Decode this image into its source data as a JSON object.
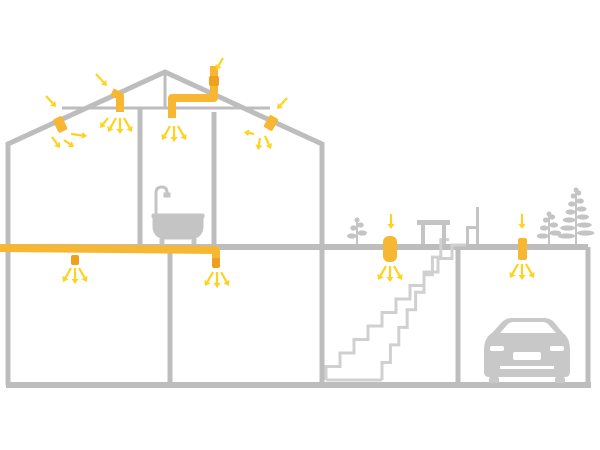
{
  "colors": {
    "background": "#ffffff",
    "structure": "#bdbdbd",
    "structure_light": "#d0d0d0",
    "tube": "#f7b733",
    "tube_dark": "#f0a020",
    "light_arrow": "#ffd21f",
    "furniture": "#c4c4c4",
    "car": "#c8c8c8",
    "car_detail": "#ffffff",
    "plant": "#c4c4c4"
  },
  "icons": {
    "house": "house-cross-section",
    "tube": "light-tube",
    "arrow": "light-arrow",
    "bathtub": "bathtub-icon",
    "car": "car-icon",
    "table": "table-icon",
    "chair": "chair-icon",
    "plant": "plant-icon",
    "stairs": "staircase"
  }
}
